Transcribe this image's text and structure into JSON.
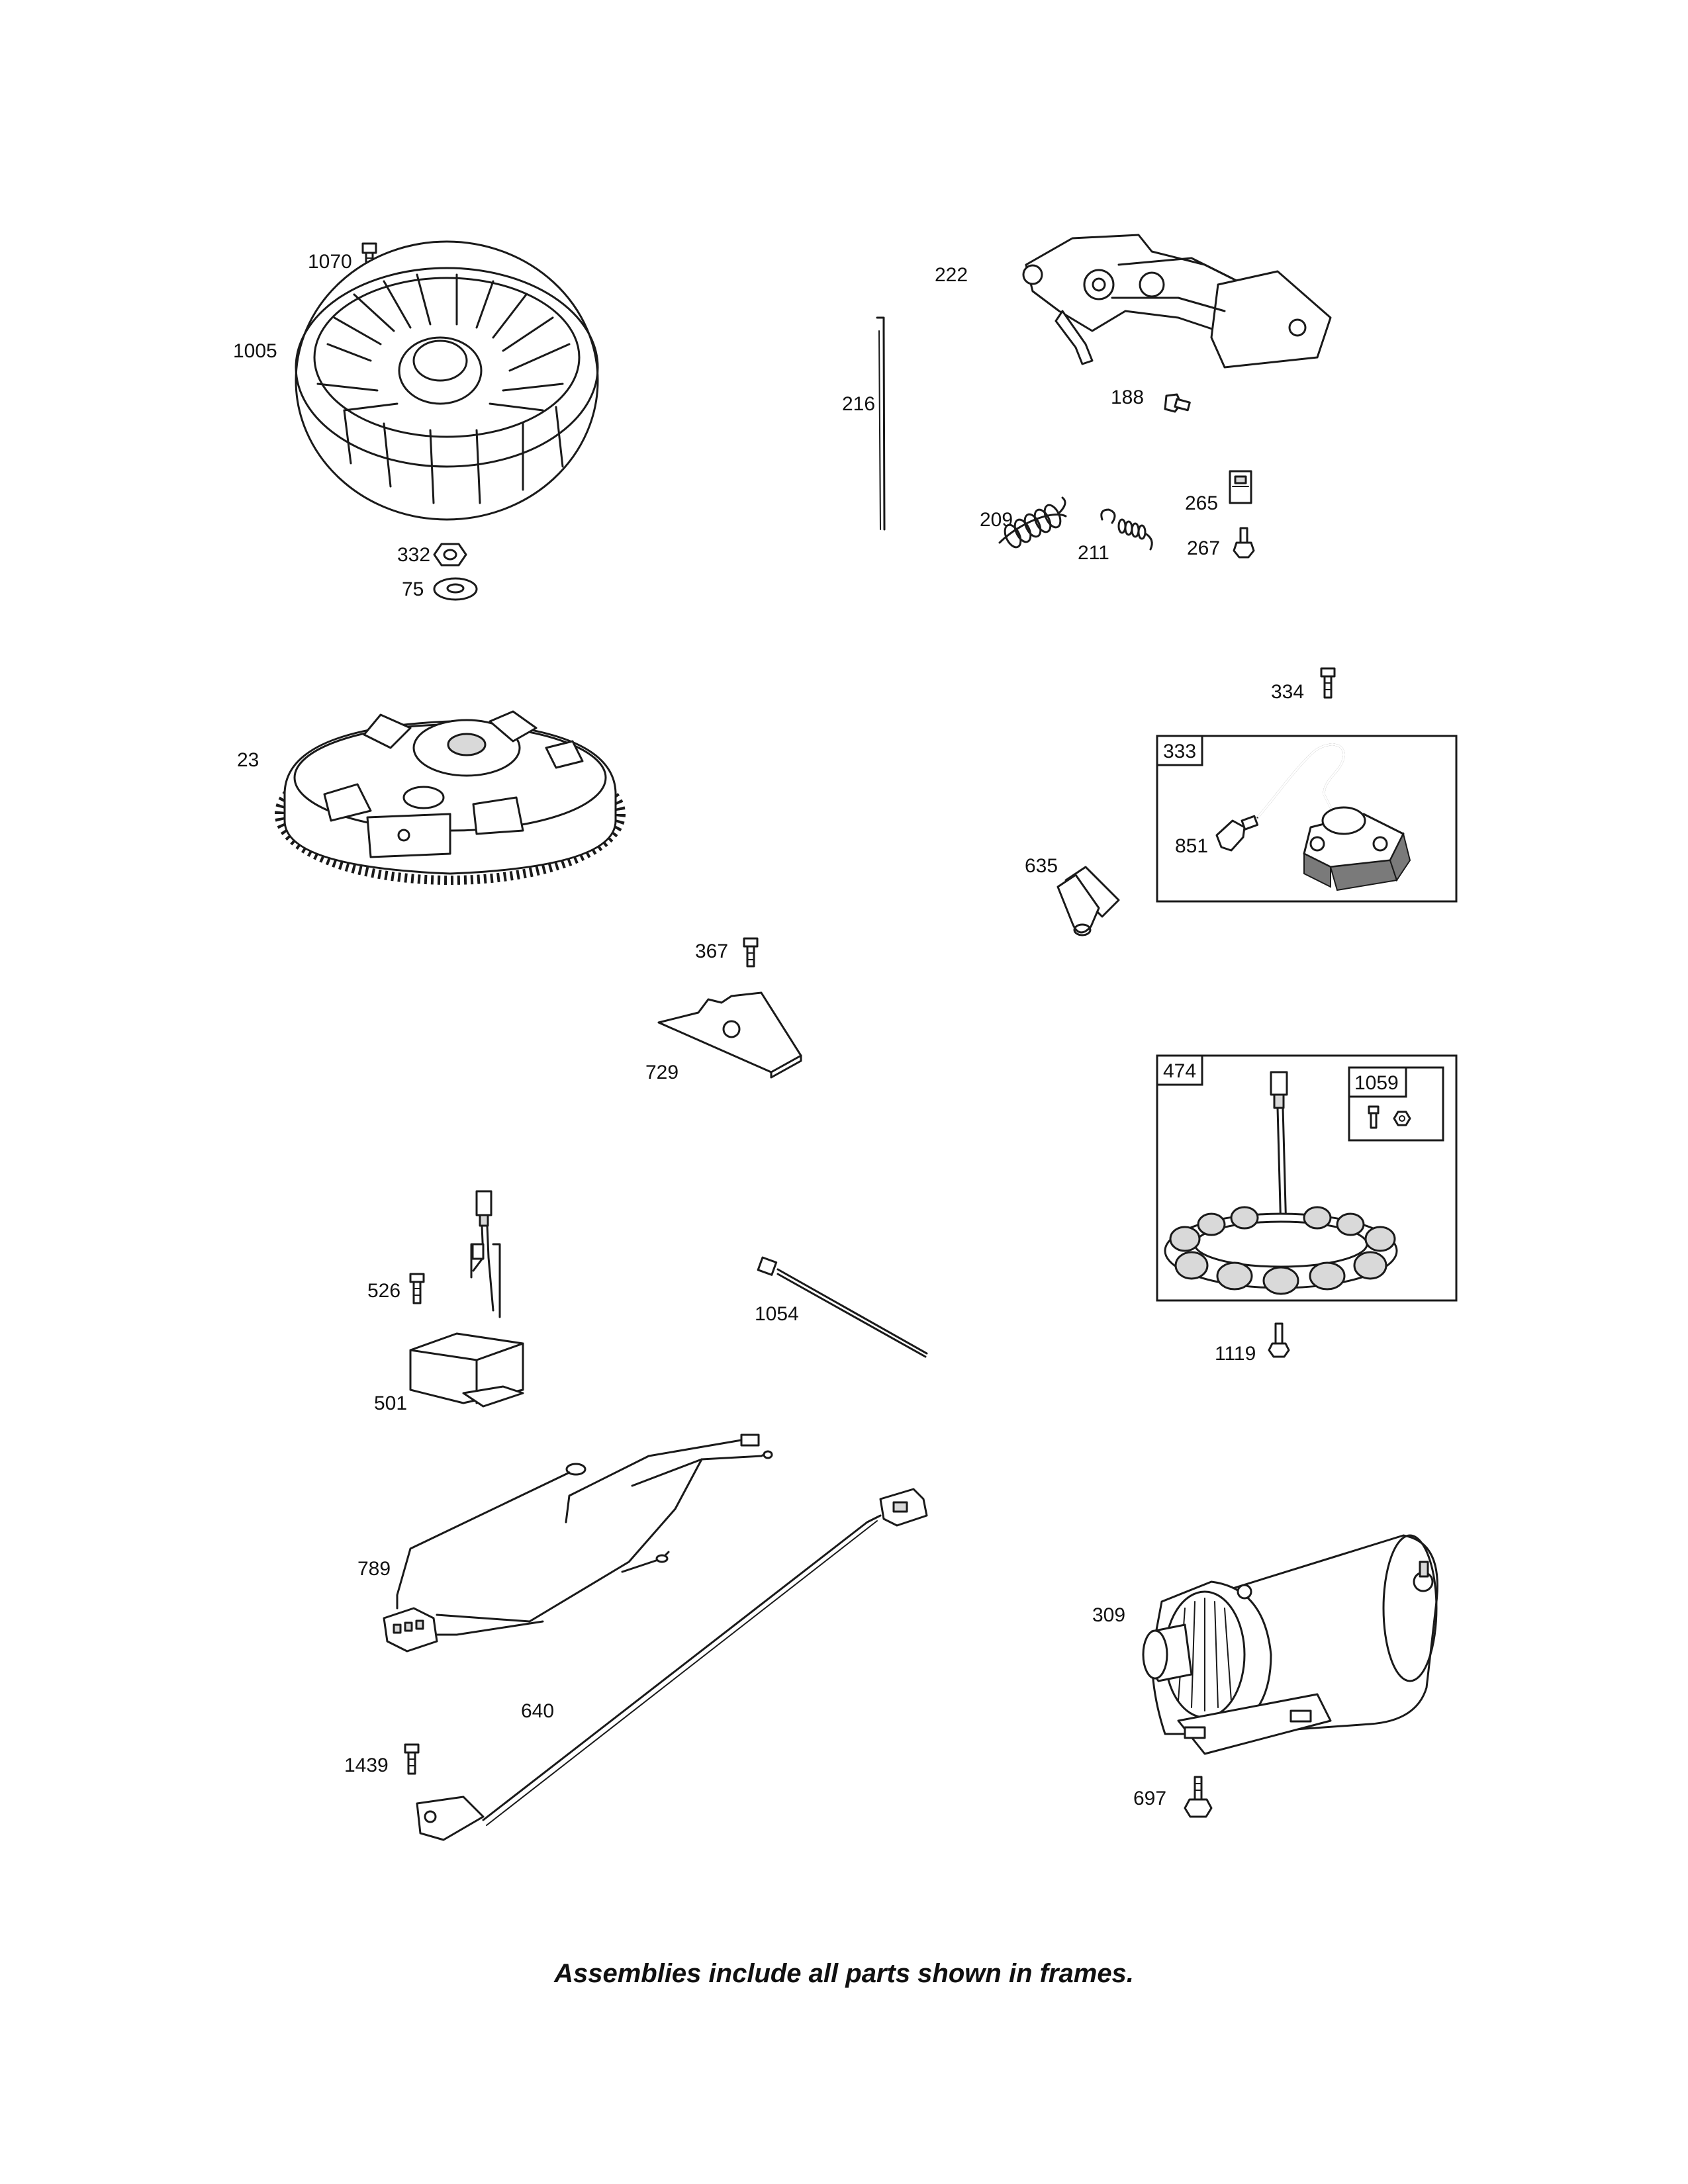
{
  "parts": [
    {
      "id": "p1070",
      "label": "1070"
    },
    {
      "id": "p1005",
      "label": "1005"
    },
    {
      "id": "p332",
      "label": "332"
    },
    {
      "id": "p75",
      "label": "75"
    },
    {
      "id": "p23",
      "label": "23"
    },
    {
      "id": "p216",
      "label": "216"
    },
    {
      "id": "p222",
      "label": "222"
    },
    {
      "id": "p188",
      "label": "188"
    },
    {
      "id": "p209",
      "label": "209"
    },
    {
      "id": "p211",
      "label": "211"
    },
    {
      "id": "p265",
      "label": "265"
    },
    {
      "id": "p267",
      "label": "267"
    },
    {
      "id": "p334",
      "label": "334"
    },
    {
      "id": "p851",
      "label": "851"
    },
    {
      "id": "p635",
      "label": "635"
    },
    {
      "id": "p367",
      "label": "367"
    },
    {
      "id": "p729",
      "label": "729"
    },
    {
      "id": "p526",
      "label": "526"
    },
    {
      "id": "p501",
      "label": "501"
    },
    {
      "id": "p1054",
      "label": "1054"
    },
    {
      "id": "p1119",
      "label": "1119"
    },
    {
      "id": "p789",
      "label": "789"
    },
    {
      "id": "p640",
      "label": "640"
    },
    {
      "id": "p1439",
      "label": "1439"
    },
    {
      "id": "p309",
      "label": "309"
    },
    {
      "id": "p697",
      "label": "697"
    }
  ],
  "frames": [
    {
      "id": "f333",
      "label": "333"
    },
    {
      "id": "f474",
      "label": "474"
    },
    {
      "id": "f1059",
      "label": "1059"
    }
  ],
  "footer": "Assemblies include all parts shown in frames."
}
